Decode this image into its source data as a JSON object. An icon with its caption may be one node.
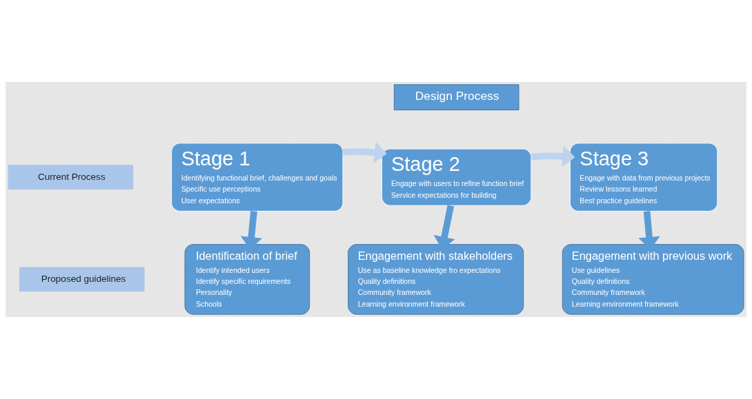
{
  "diagram": {
    "nodes": [
      {
        "text": [
          "Design Process"
        ]
      },
      {
        "text": [
          "Current Process"
        ]
      },
      {
        "text": [
          "Stage 1",
          "Identifying functional brief, challenges and goals",
          "Specific use perceptions",
          "User expectations"
        ]
      },
      {
        "text": [
          "Stage 2",
          "Engage with users to refine function brief",
          "Service expectations for building"
        ]
      },
      {
        "text": [
          "Stage 3",
          "Engage with data from previous projects",
          "Review lessons learned",
          "Best practice guidelines"
        ]
      },
      {
        "text": [
          "Proposed guidelines"
        ]
      },
      {
        "text": [
          "Identification of brief",
          "Identify intended users",
          "Identify specific requirements",
          "Personality",
          "Schools"
        ]
      },
      {
        "text": [
          "Engagement with stakeholders",
          "Use as baseline knowledge fro expectations",
          "Quality definitions",
          "Community framework",
          "Learning environment framework"
        ]
      },
      {
        "text": [
          "Engagement with previous work",
          "Use guidelines",
          "Quality definitions",
          "Community framework",
          "Learning environment framework"
        ]
      }
    ],
    "edges": [
      {
        "from": 2,
        "to": 3,
        "arrow": "to",
        "color": "#bdd3ee"
      },
      {
        "from": 3,
        "to": 4,
        "arrow": "to",
        "color": "#bdd3ee"
      },
      {
        "from": 2,
        "to": 6,
        "arrow": "to"
      },
      {
        "from": 3,
        "to": 7,
        "arrow": "to"
      },
      {
        "from": 4,
        "to": 8,
        "arrow": "to"
      }
    ]
  }
}
